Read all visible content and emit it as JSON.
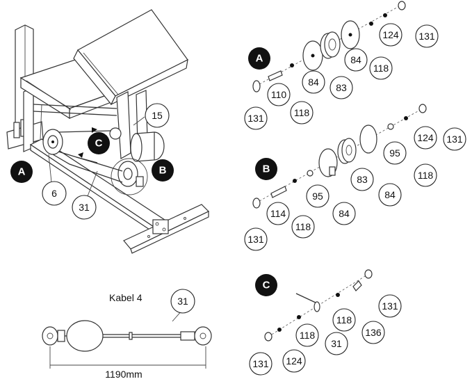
{
  "sections": {
    "A": "A",
    "B": "B",
    "C": "C"
  },
  "main_assembly": {
    "marker_a": "A",
    "marker_b": "B",
    "marker_c": "C",
    "parts": [
      "15",
      "6",
      "31"
    ]
  },
  "cable": {
    "title": "Kabel 4",
    "part": "31",
    "length": "1190mm"
  },
  "detail_a": {
    "label": "A",
    "parts": [
      "124",
      "131",
      "84",
      "118",
      "84",
      "83",
      "110",
      "118",
      "131"
    ]
  },
  "detail_b": {
    "label": "B",
    "parts": [
      "124",
      "131",
      "95",
      "118",
      "83",
      "84",
      "95",
      "114",
      "84",
      "118",
      "131"
    ]
  },
  "detail_c": {
    "label": "C",
    "parts": [
      "131",
      "118",
      "136",
      "31",
      "118",
      "124",
      "131"
    ]
  }
}
